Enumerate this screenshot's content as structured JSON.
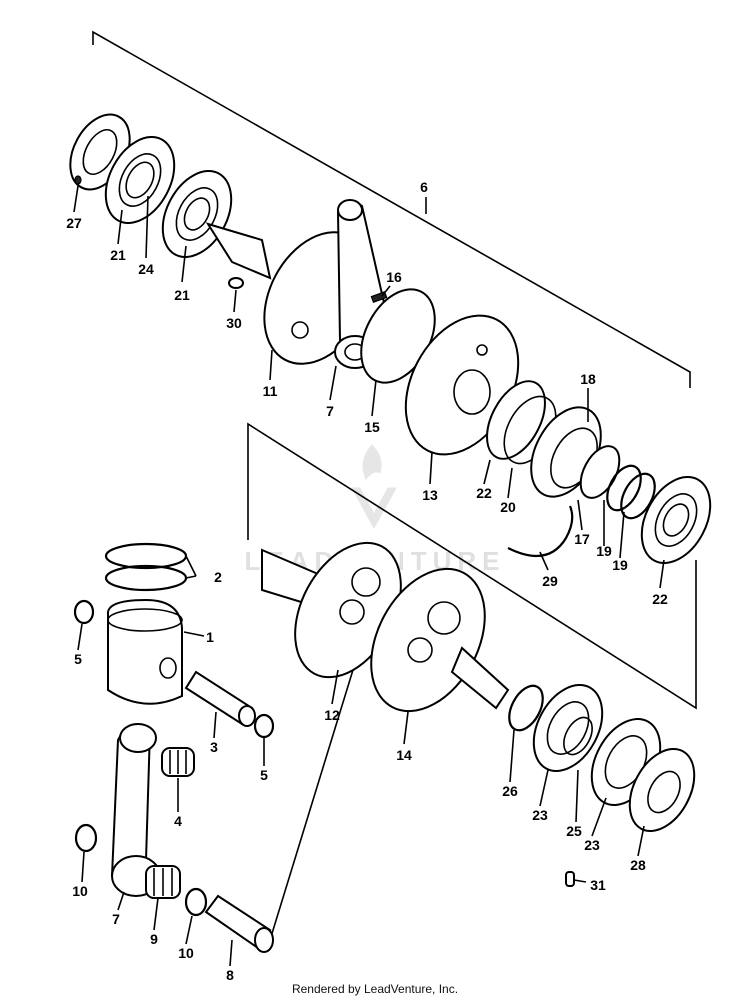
{
  "labels": {
    "l1": "1",
    "l2": "2",
    "l3": "3",
    "l4": "4",
    "l5a": "5",
    "l5b": "5",
    "l6": "6",
    "l7a": "7",
    "l7b": "7",
    "l8": "8",
    "l9": "9",
    "l10a": "10",
    "l10b": "10",
    "l11": "11",
    "l12": "12",
    "l13": "13",
    "l14": "14",
    "l15": "15",
    "l16": "16",
    "l17": "17",
    "l18": "18",
    "l19a": "19",
    "l19b": "19",
    "l20": "20",
    "l21a": "21",
    "l21b": "21",
    "l22a": "22",
    "l22b": "22",
    "l23a": "23",
    "l23b": "23",
    "l24": "24",
    "l25": "25",
    "l26": "26",
    "l27": "27",
    "l28": "28",
    "l29": "29",
    "l30": "30",
    "l31": "31"
  },
  "watermark": "LEADVENTURE",
  "footer": "Rendered by LeadVenture, Inc."
}
